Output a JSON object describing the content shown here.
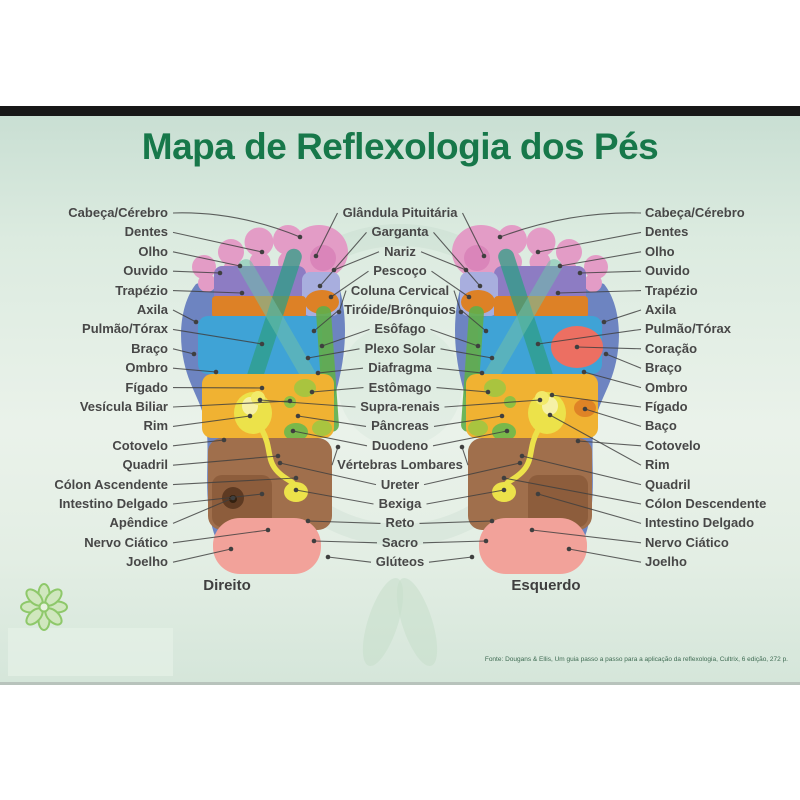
{
  "poster": {
    "title": "Mapa de Reflexologia dos Pés",
    "left_foot_caption": "Direito",
    "right_foot_caption": "Esquerdo",
    "source": "Fonte: Dougans & Ellis, Um guia passo a passo para a aplicação da reflexologia, Cultrix, 6 edição, 272 p.",
    "left_labels": [
      "Cabeça/Cérebro",
      "Dentes",
      "Olho",
      "Ouvido",
      "Trapézio",
      "Axila",
      "Pulmão/Tórax",
      "Braço",
      "Ombro",
      "Fígado",
      "Vesícula Biliar",
      "Rim",
      "Cotovelo",
      "Quadril",
      "Cólon Ascendente",
      "Intestino Delgado",
      "Apêndice",
      "Nervo Ciático",
      "Joelho"
    ],
    "center_labels": [
      "Glândula Pituitária",
      "Garganta",
      "Nariz",
      "Pescoço",
      "Coluna Cervical",
      "Tiróide/Brônquios",
      "Esôfago",
      "Plexo Solar",
      "Diafragma",
      "Estômago",
      "Supra-renais",
      "Pâncreas",
      "Duodeno",
      "Vértebras Lombares",
      "Ureter",
      "Bexiga",
      "Reto",
      "Sacro",
      "Glúteos"
    ],
    "right_labels": [
      "Cabeça/Cérebro",
      "Dentes",
      "Olho",
      "Ouvido",
      "Trapézio",
      "Axila",
      "Pulmão/Tórax",
      "Coração",
      "Braço",
      "Ombro",
      "Fígado",
      "Baço",
      "Cotovelo",
      "Rim",
      "Quadril",
      "Cólon Descendente",
      "Intestino Delgado",
      "Nervo Ciático",
      "Joelho"
    ],
    "logo": {
      "icon": "flower-rosette"
    },
    "colors": {
      "title_green": "#17784a",
      "poster_mint": "#cfe2d6",
      "label_text": "#474747",
      "line_color": "#3f3f3f",
      "toe_pink": "#e39cc6",
      "toe_pink_dark": "#d77fb6",
      "zone_purple": "#8d7cc3",
      "zone_lavender": "#a8aede",
      "zone_orange": "#dd8126",
      "zone_blue_lung": "#3fa3d6",
      "zone_teal": "#2f9e85",
      "zone_yellow": "#f0b232",
      "zone_yellow_green": "#a9c43f",
      "zone_green": "#5fae4a",
      "zone_kidney_yellow": "#ece24a",
      "zone_brown": "#a06f4c",
      "zone_brown_dark": "#5e3a22",
      "zone_heel_pink": "#f2a29a",
      "zone_heart_red": "#ec6f62",
      "foot_outline_blue": "#6d84c1"
    }
  }
}
